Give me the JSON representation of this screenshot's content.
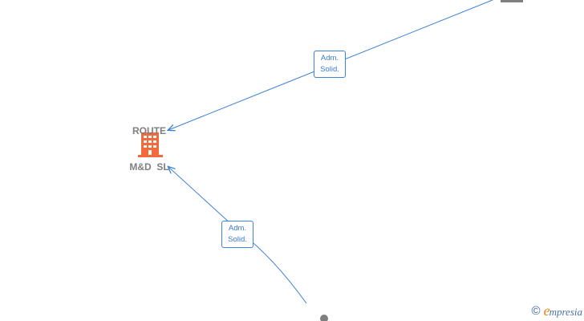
{
  "company": {
    "name_line1": "ROUTE",
    "name_line2": "M&D  SL",
    "icon": "building-icon",
    "icon_color": "#f26a3c"
  },
  "relations": [
    {
      "line1": "Adm.",
      "line2": "Solid."
    },
    {
      "line1": "Adm.",
      "line2": "Solid."
    }
  ],
  "colors": {
    "edge": "#3b7fd8",
    "label_border": "#3b82d9",
    "label_text": "#3a7bd5",
    "node_gray": "#7f7f7f"
  },
  "brand": {
    "copyright_symbol": "©",
    "name_first": "e",
    "name_rest": "mpresia"
  }
}
